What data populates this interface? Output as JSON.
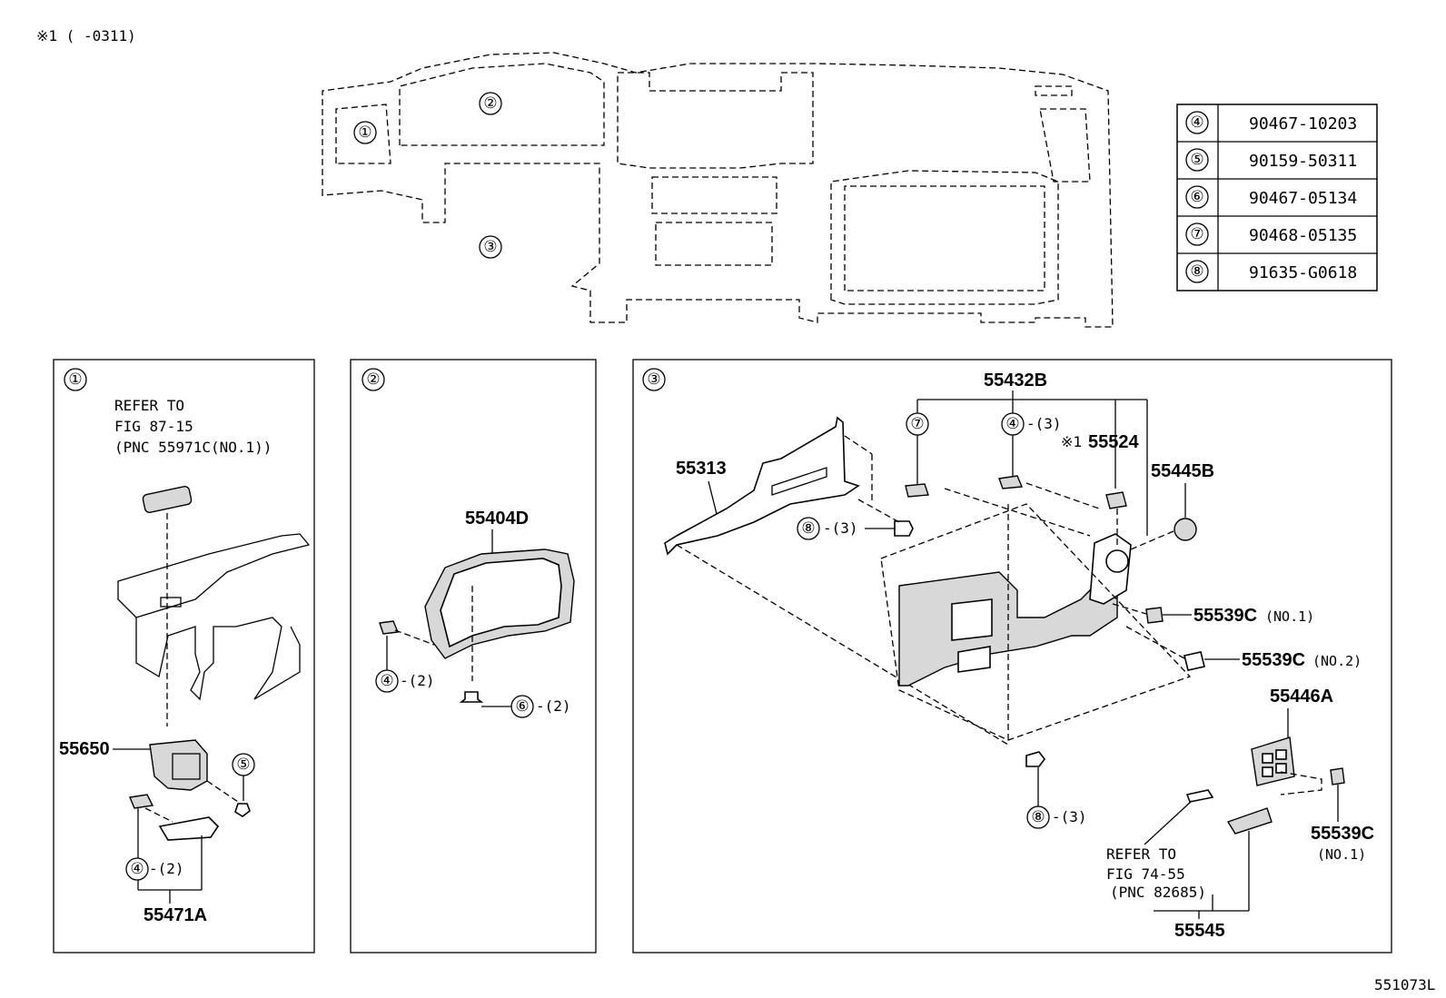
{
  "header_note": "※1 (      -0311)",
  "figure_id": "551073L",
  "overview": {
    "callouts": [
      "①",
      "②",
      "③"
    ]
  },
  "fastener_table": [
    {
      "ref": "④",
      "part": "90467-10203"
    },
    {
      "ref": "⑤",
      "part": "90159-50311"
    },
    {
      "ref": "⑥",
      "part": "90467-05134"
    },
    {
      "ref": "⑦",
      "part": "90468-05135"
    },
    {
      "ref": "⑧",
      "part": "91635-G0618"
    }
  ],
  "panel1": {
    "number": "①",
    "refer_line1": "REFER TO",
    "refer_line2": "FIG 87-15",
    "refer_line3": "(PNC 55971C(NO.1))",
    "part_55650": "55650",
    "callout_5": "⑤",
    "callout_4": "④",
    "qty_4": "-(2)",
    "part_55471A": "55471A"
  },
  "panel2": {
    "number": "②",
    "part_55404D": "55404D",
    "callout_4": "④",
    "qty_4": "-(2)",
    "callout_6": "⑥",
    "qty_6": "-(2)"
  },
  "panel3": {
    "number": "③",
    "part_55432B": "55432B",
    "callout_7": "⑦",
    "callout_4": "④",
    "qty_4": "-(3)",
    "mark_55524": "※1",
    "part_55524": "55524",
    "part_55313": "55313",
    "part_55445B": "55445B",
    "callout_8a": "⑧",
    "qty_8a": "-(3)",
    "part_55539C_1": "55539C",
    "note_55539C_1": "(NO.1)",
    "part_55539C_2": "55539C",
    "note_55539C_2": "(NO.2)",
    "part_55446A": "55446A",
    "callout_8b": "⑧",
    "qty_8b": "-(3)",
    "part_55539C_3": "55539C",
    "note_55539C_3": "(NO.1)",
    "refer_line1": "REFER TO",
    "refer_line2": "FIG 74-55",
    "refer_line3": "(PNC 82685)",
    "part_55545": "55545"
  }
}
